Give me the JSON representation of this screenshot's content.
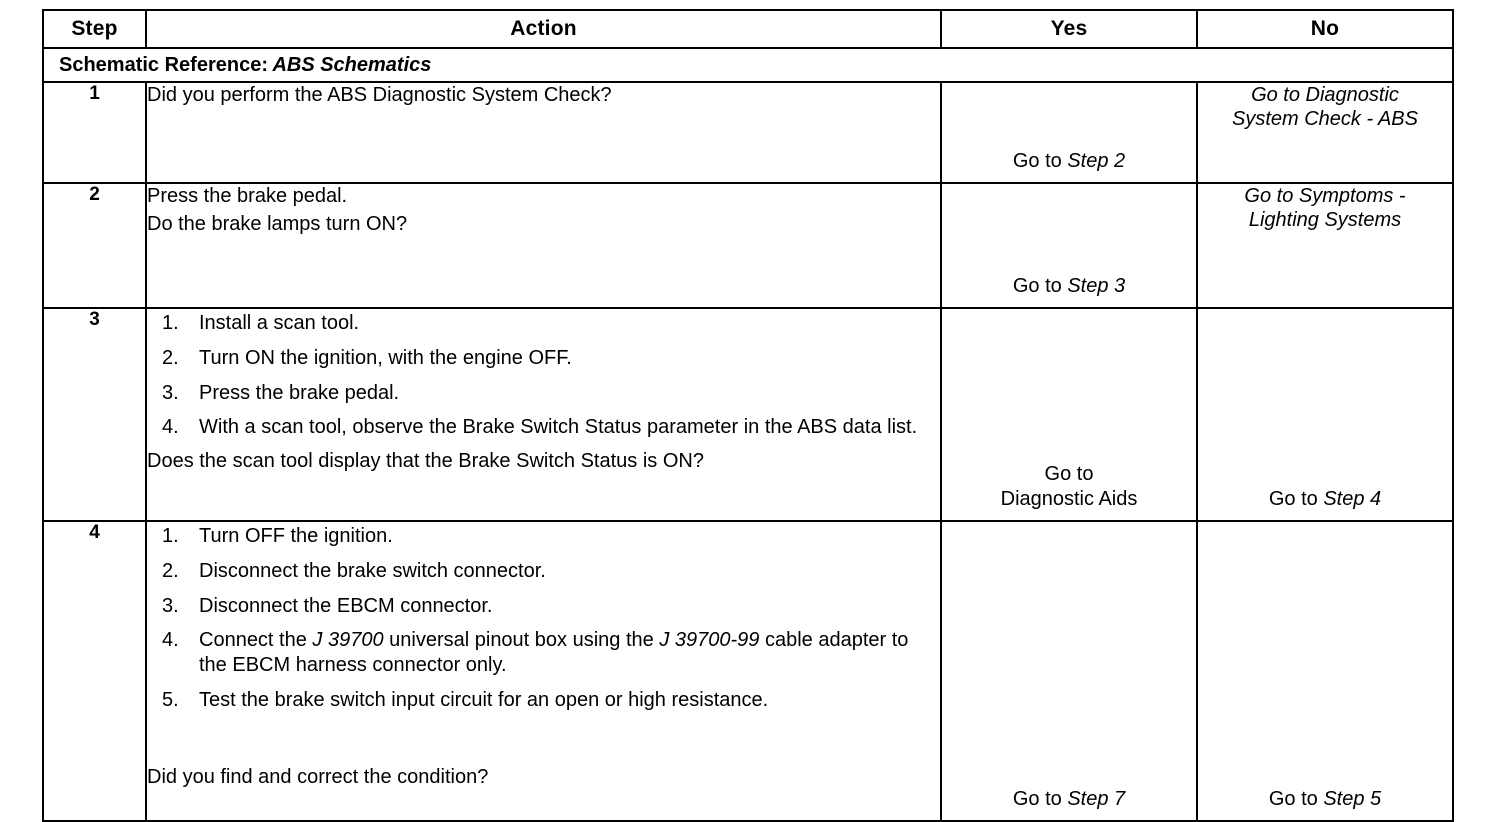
{
  "table": {
    "columns": [
      {
        "key": "step",
        "label": "Step"
      },
      {
        "key": "action",
        "label": "Action"
      },
      {
        "key": "yes",
        "label": "Yes"
      },
      {
        "key": "no",
        "label": "No"
      }
    ],
    "schematic_reference": {
      "label": "Schematic Reference:",
      "value": "ABS Schematics"
    },
    "rows": [
      {
        "step": "1",
        "action": {
          "lines": [
            "Did you perform the ABS Diagnostic System Check?"
          ],
          "list": [],
          "question": ""
        },
        "yes": {
          "prefix": "Go to ",
          "target": "Step 2",
          "target_italic": true,
          "lines": []
        },
        "no": {
          "prefix": "Go to ",
          "target": "Diagnostic System Check - ABS",
          "target_italic": true,
          "lines": []
        }
      },
      {
        "step": "2",
        "action": {
          "lines": [
            "Press the brake pedal.",
            "Do the brake lamps turn ON?"
          ],
          "list": [],
          "question": ""
        },
        "yes": {
          "prefix": "Go to ",
          "target": "Step 3",
          "target_italic": true,
          "lines": []
        },
        "no": {
          "prefix": "Go to ",
          "target": "Symptoms - Lighting Systems",
          "target_italic": true,
          "lines": []
        }
      },
      {
        "step": "3",
        "action": {
          "lines": [],
          "list": [
            {
              "num": "1.",
              "text": "Install a scan tool."
            },
            {
              "num": "2.",
              "text": "Turn ON the ignition, with the engine OFF."
            },
            {
              "num": "3.",
              "text": "Press the brake pedal."
            },
            {
              "num": "4.",
              "text": "With a scan tool, observe the Brake Switch Status parameter in the ABS data list."
            }
          ],
          "question": "Does the scan tool display that the Brake Switch Status is ON?"
        },
        "yes": {
          "prefix": "Go to ",
          "target": "Diagnostic Aids",
          "target_italic": false,
          "lines": []
        },
        "no": {
          "prefix": "Go to ",
          "target": "Step 4",
          "target_italic": true,
          "lines": []
        }
      },
      {
        "step": "4",
        "action": {
          "lines": [],
          "list": [
            {
              "num": "1.",
              "text": "Turn OFF the ignition."
            },
            {
              "num": "2.",
              "text": "Disconnect the brake switch connector."
            },
            {
              "num": "3.",
              "text": "Disconnect the EBCM connector."
            },
            {
              "num": "4.",
              "text": "Connect the J 39700 universal pinout box using the J 39700-99 cable adapter to the EBCM harness connector only."
            },
            {
              "num": "5.",
              "text": "Test the brake switch input circuit for an open or high resistance."
            }
          ],
          "question": "Did you find and correct the condition?"
        },
        "yes": {
          "prefix": "Go to ",
          "target": "Step 7",
          "target_italic": true,
          "lines": []
        },
        "no": {
          "prefix": "Go to ",
          "target": "Step 5",
          "target_italic": true,
          "lines": []
        }
      }
    ]
  },
  "row3_item4_part1": "With a scan tool, observe the Brake Switch Status parameter in",
  "row3_item4_part2": "the ABS data list.",
  "row4_item4_pre": "Connect the ",
  "row4_item4_tool1": "J 39700",
  "row4_item4_mid": " universal pinout box using the ",
  "row4_item4_tool2": "J 39700-99",
  "row4_item4_post": " cable adapter to the EBCM harness connector only.",
  "no_row1_line1": "Go to Diagnostic",
  "no_row1_line2": "System Check - ABS",
  "no_row2_line1": "Go to Symptoms -",
  "no_row2_line2": "Lighting Systems",
  "yes_row3_line1": "Go to",
  "yes_row3_line2": "Diagnostic Aids"
}
